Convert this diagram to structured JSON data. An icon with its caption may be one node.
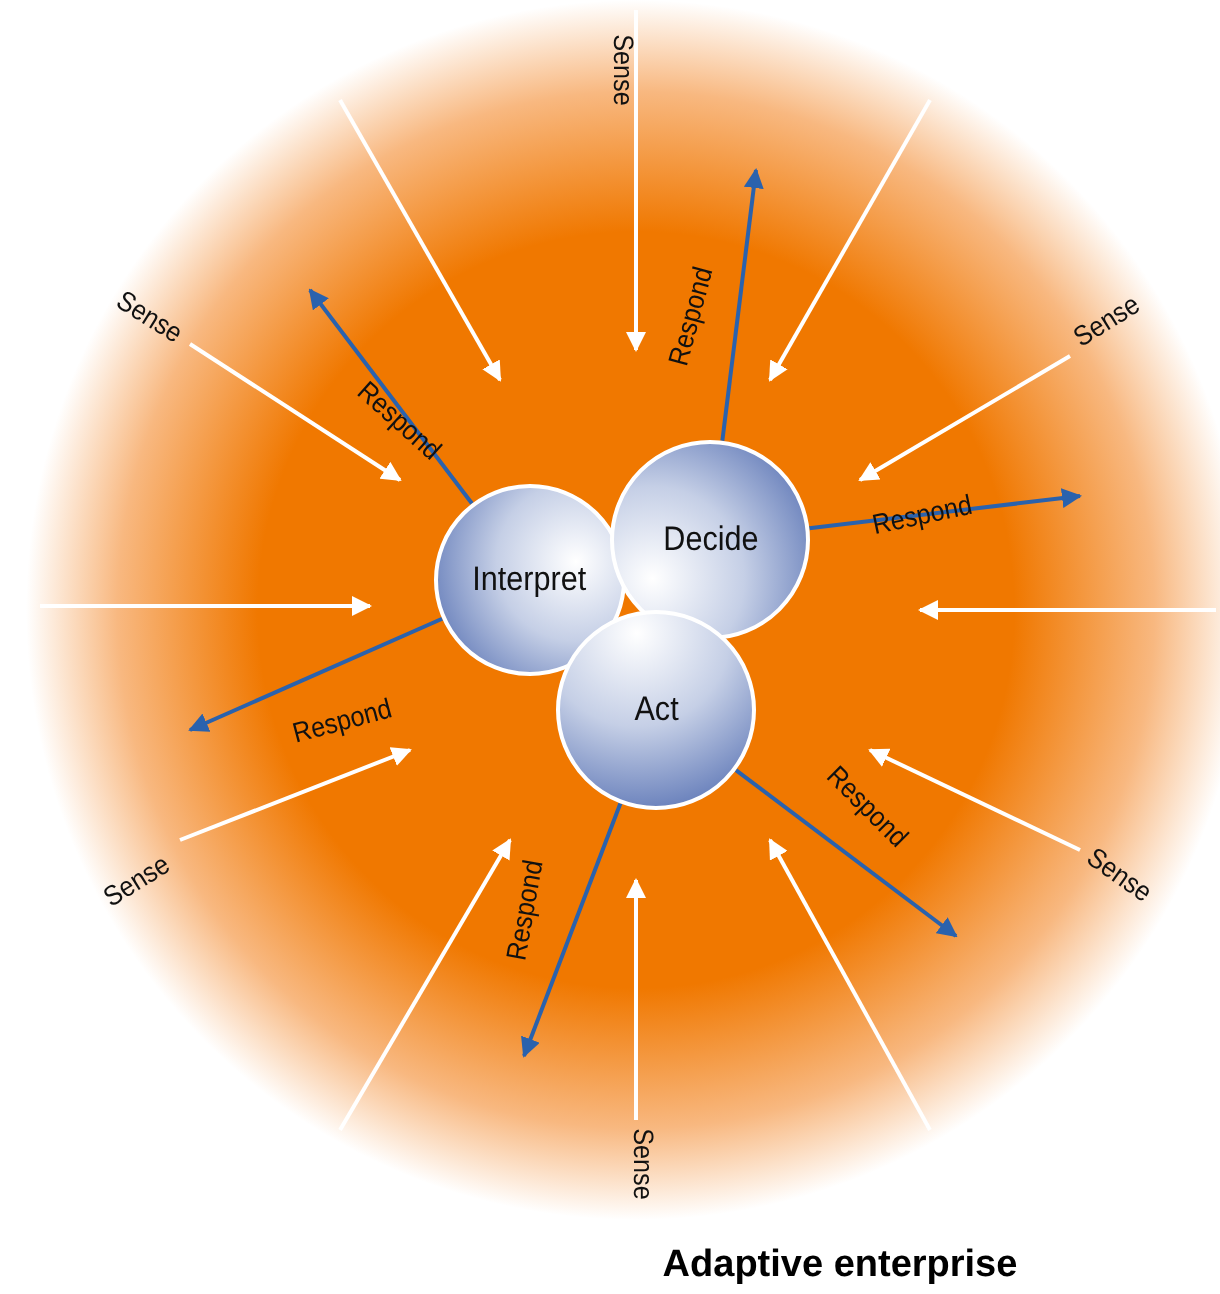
{
  "diagram": {
    "caption": "Adaptive enterprise",
    "nodes": [
      {
        "text": [
          "Interpret"
        ]
      },
      {
        "text": [
          "Decide"
        ]
      },
      {
        "text": [
          "Act"
        ]
      }
    ],
    "edges": [
      {
        "from": 0,
        "to": null,
        "arrow": "to",
        "label": "Respond"
      },
      {
        "from": 1,
        "to": null,
        "arrow": "to",
        "label": "Respond"
      },
      {
        "from": 1,
        "to": null,
        "arrow": "to",
        "label": "Respond"
      },
      {
        "from": 0,
        "to": null,
        "arrow": "to",
        "label": "Respond"
      },
      {
        "from": 2,
        "to": null,
        "arrow": "to",
        "label": "Respond"
      },
      {
        "from": 2,
        "to": null,
        "arrow": "to",
        "label": "Respond"
      }
    ],
    "labels": [
      "Sense",
      "Sense",
      "Sense",
      "Sense",
      "Sense",
      "Sense"
    ]
  }
}
